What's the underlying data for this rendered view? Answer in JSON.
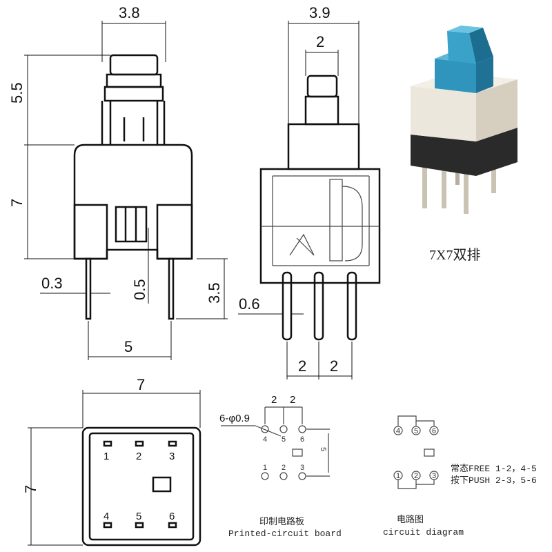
{
  "side_view": {
    "width_top": "3.8",
    "height_cap": "5.5",
    "height_body": "7",
    "pin_width": "0.3",
    "gap": "0.5",
    "pin_length": "3.5",
    "pin_pitch": "5"
  },
  "front_view": {
    "width_top": "3.9",
    "stem_width": "2",
    "pin_width": "0.6",
    "pitch_a": "2",
    "pitch_b": "2"
  },
  "product": {
    "caption": "7X7双排",
    "colors": {
      "cap": "#2e8fb5",
      "body": "#e8e2d6",
      "base": "#2a2a2a"
    }
  },
  "bottom_view": {
    "width": "7",
    "height": "7",
    "pins": [
      "1",
      "2",
      "3",
      "4",
      "5",
      "6"
    ]
  },
  "pcb": {
    "hole_spec": "6-φ0.9",
    "pitch_a": "2",
    "pitch_b": "2",
    "row_spacing": "5",
    "pins": [
      "1",
      "2",
      "3",
      "4",
      "5",
      "6"
    ],
    "title_cn": "印制电路板",
    "title_en": "Printed-circuit board"
  },
  "circuit": {
    "pins": [
      "1",
      "2",
      "3",
      "4",
      "5",
      "6"
    ],
    "free_text": "常态FREE 1-2，4-5",
    "push_text": "按下PUSH 2-3，5-6",
    "title_cn": "电路图",
    "title_en": "circuit diagram"
  }
}
